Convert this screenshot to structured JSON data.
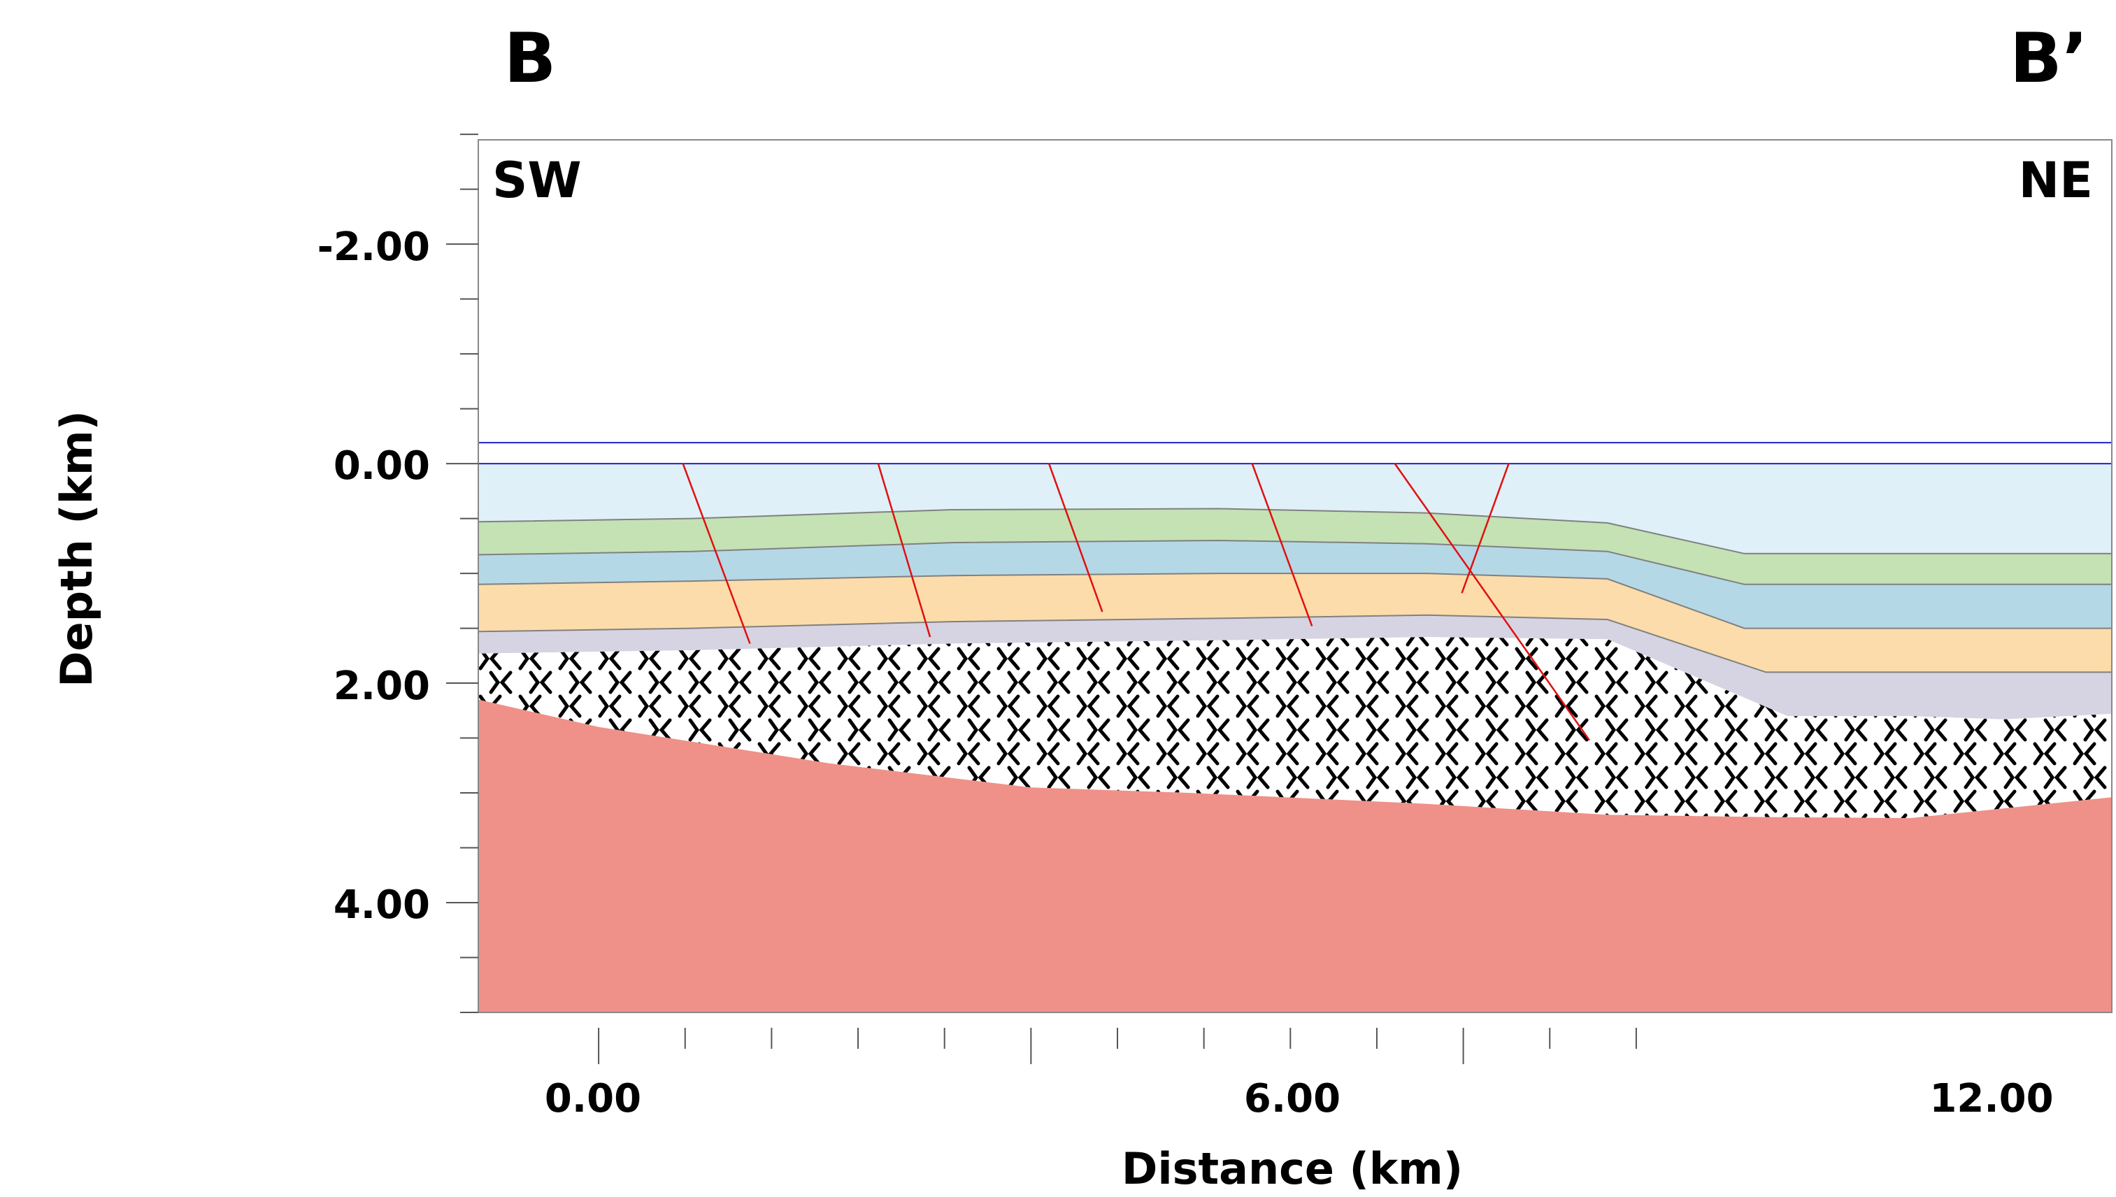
{
  "labels": {
    "left_end": "B",
    "right_end": "B’",
    "left_direction": "SW",
    "right_direction": "NE"
  },
  "axes": {
    "x_label": "Distance (km)",
    "y_label": "Depth (km)",
    "x_ticks": [
      "0.00",
      "6.00",
      "12.00"
    ],
    "y_ticks": [
      "-2.00",
      "0.00",
      "2.00",
      "4.00"
    ]
  },
  "colors": {
    "water": "#dff0f8",
    "sea_surface_pattern": "#2222cc",
    "unit_green": "#c4e2b4",
    "unit_blue": "#b5d8e6",
    "unit_orange": "#fcdcaa",
    "unit_lavender": "#d6d4e2",
    "hatched_unit_pattern": "#000000",
    "basement": "#ef9188",
    "faults": "#e01010"
  },
  "chart_data": {
    "type": "geologic-cross-section",
    "x_unit": "km",
    "y_unit": "km",
    "xlim": [
      -1.67,
      21.0
    ],
    "ylim": [
      5.0,
      -2.95
    ],
    "sea_level_depth": 0.0,
    "horizons": [
      {
        "id": "top_green",
        "points": [
          [
            -1.67,
            0.53
          ],
          [
            1.3,
            0.5
          ],
          [
            4.9,
            0.42
          ],
          [
            8.6,
            0.41
          ],
          [
            11.5,
            0.45
          ],
          [
            14.0,
            0.54
          ],
          [
            15.9,
            0.82
          ],
          [
            21.0,
            0.82
          ]
        ]
      },
      {
        "id": "top_blue",
        "points": [
          [
            -1.67,
            0.83
          ],
          [
            1.3,
            0.8
          ],
          [
            4.9,
            0.72
          ],
          [
            8.6,
            0.7
          ],
          [
            11.5,
            0.73
          ],
          [
            14.0,
            0.8
          ],
          [
            15.9,
            1.1
          ],
          [
            21.0,
            1.1
          ]
        ]
      },
      {
        "id": "top_orange",
        "points": [
          [
            -1.67,
            1.1
          ],
          [
            1.3,
            1.07
          ],
          [
            4.9,
            1.02
          ],
          [
            8.6,
            1.0
          ],
          [
            11.5,
            1.0
          ],
          [
            14.0,
            1.05
          ],
          [
            15.9,
            1.5
          ],
          [
            21.0,
            1.5
          ]
        ]
      },
      {
        "id": "top_lavender",
        "points": [
          [
            -1.67,
            1.53
          ],
          [
            1.3,
            1.5
          ],
          [
            4.9,
            1.44
          ],
          [
            8.6,
            1.41
          ],
          [
            11.5,
            1.38
          ],
          [
            14.0,
            1.42
          ],
          [
            16.2,
            1.9
          ],
          [
            21.0,
            1.9
          ]
        ]
      },
      {
        "id": "top_hatched",
        "points": [
          [
            -1.67,
            1.73
          ],
          [
            1.3,
            1.7
          ],
          [
            4.9,
            1.64
          ],
          [
            8.6,
            1.61
          ],
          [
            11.5,
            1.58
          ],
          [
            14.0,
            1.6
          ],
          [
            16.5,
            2.3
          ],
          [
            18.2,
            2.3
          ],
          [
            19.5,
            2.33
          ],
          [
            21.0,
            2.28
          ]
        ]
      },
      {
        "id": "top_basement",
        "points": [
          [
            -1.67,
            2.15
          ],
          [
            0.0,
            2.4
          ],
          [
            3.2,
            2.73
          ],
          [
            6.0,
            2.95
          ],
          [
            8.2,
            3.0
          ],
          [
            11.5,
            3.1
          ],
          [
            14.0,
            3.2
          ],
          [
            16.2,
            3.22
          ],
          [
            18.2,
            3.23
          ],
          [
            21.0,
            3.04
          ]
        ]
      }
    ],
    "faults": [
      {
        "top": [
          1.17,
          0.0
        ],
        "bottom": [
          2.1,
          1.64
        ]
      },
      {
        "top": [
          3.88,
          0.0
        ],
        "bottom": [
          4.6,
          1.58
        ]
      },
      {
        "top": [
          6.25,
          0.0
        ],
        "bottom": [
          6.99,
          1.35
        ]
      },
      {
        "top": [
          9.07,
          0.0
        ],
        "bottom": [
          9.9,
          1.48
        ]
      },
      {
        "top": [
          11.05,
          0.0
        ],
        "bottom": [
          13.75,
          2.52
        ]
      },
      {
        "top": [
          12.63,
          0.0
        ],
        "bottom": [
          11.98,
          1.18
        ]
      }
    ]
  }
}
